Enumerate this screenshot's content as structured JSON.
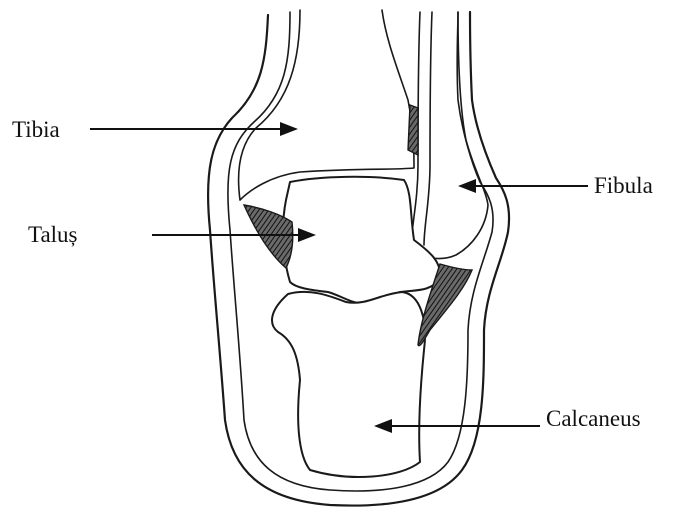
{
  "labels": {
    "tibia": "Tibia",
    "fibula": "Fibula",
    "talus": "Taluș",
    "calcaneus": "Calcaneus"
  },
  "colors": {
    "ink": "#1a1a1a",
    "background": "#ffffff"
  }
}
